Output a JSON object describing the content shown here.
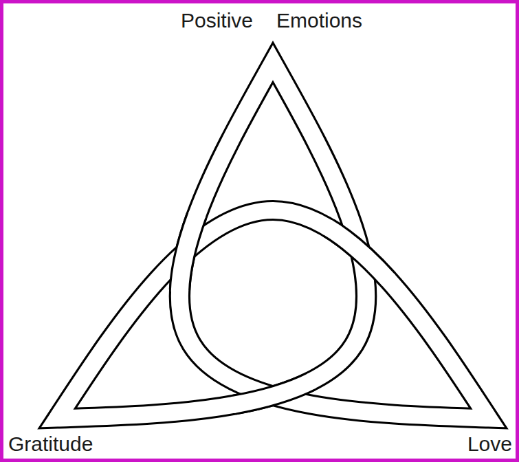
{
  "diagram": {
    "labels": [
      "Positive",
      "Emotions",
      "Gratitude",
      "Love"
    ]
  }
}
